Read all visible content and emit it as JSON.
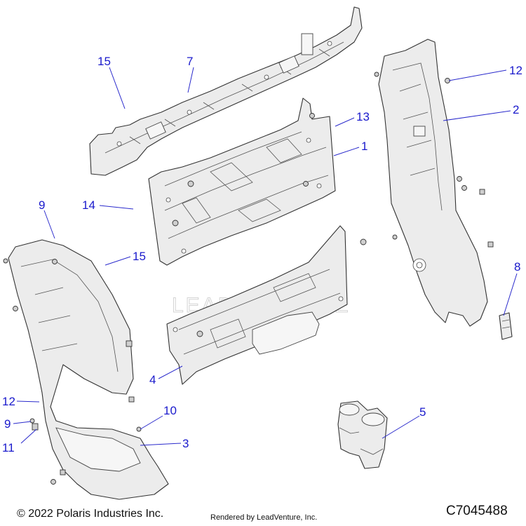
{
  "callouts": {
    "c1": "1",
    "c2": "2",
    "c3": "3",
    "c4": "4",
    "c5": "5",
    "c7": "7",
    "c8": "8",
    "c9a": "9",
    "c9b": "9",
    "c10": "10",
    "c11": "11",
    "c12a": "12",
    "c12b": "12",
    "c13": "13",
    "c14": "14",
    "c15a": "15",
    "c15b": "15"
  },
  "watermark": "LEADVENTURE",
  "footer": {
    "copyright": "© 2022 Polaris Industries Inc.",
    "rendered_by": "Rendered by LeadVenture, Inc.",
    "drawing_number": "C7045488"
  },
  "colors": {
    "callout": "#1a1acc",
    "part_fill": "#ececec",
    "outline": "#333333"
  }
}
